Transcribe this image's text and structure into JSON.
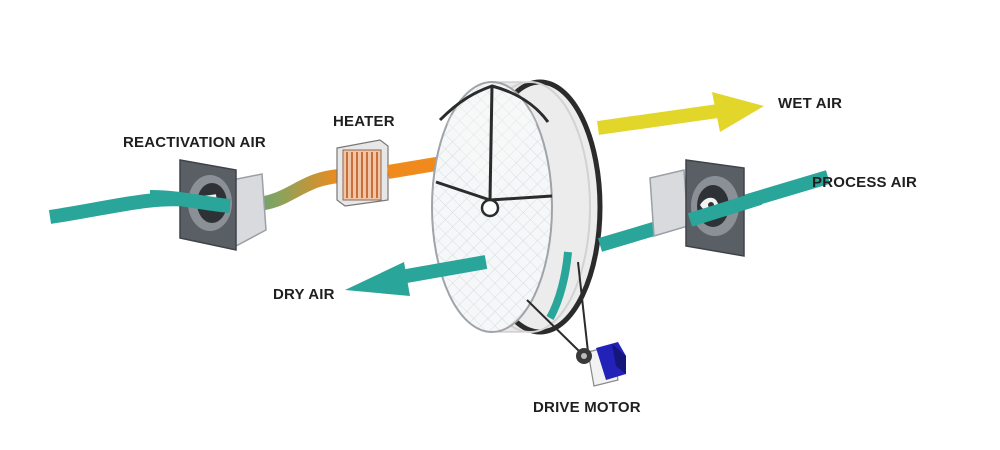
{
  "labels": {
    "reactivation_air": "REACTIVATION AIR",
    "heater": "HEATER",
    "wet_air": "WET AIR",
    "process_air": "PROCESS AIR",
    "dry_air": "DRY AIR",
    "drive_motor": "DRIVE MOTOR"
  },
  "colors": {
    "teal": "#2aa59a",
    "orange": "#f08a1c",
    "yellow": "#e3d62a",
    "motor_blue": "#2222b8",
    "wheel_rim": "#2b2b2b",
    "wheel_face": "#f2f2f2",
    "wheel_mesh": "#c9d3da",
    "fan_housing": "#5a5f66",
    "heater_fins": "#d88a5a"
  },
  "icons": {
    "reactivation_fan": "fan-icon",
    "process_fan": "fan-icon",
    "heater": "heater-icon",
    "desiccant_wheel": "wheel-icon",
    "drive_motor": "motor-icon"
  }
}
